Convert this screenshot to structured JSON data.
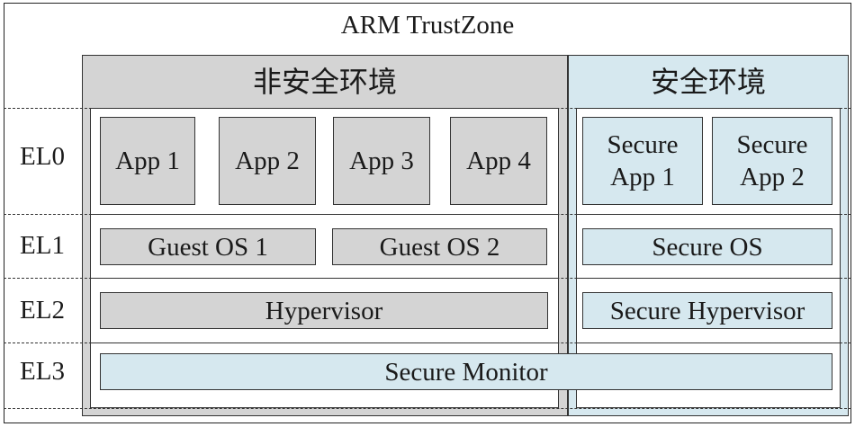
{
  "title": "ARM TrustZone",
  "non_secure_title": "非安全环境",
  "secure_title": "安全环境",
  "levels": [
    "EL0",
    "EL1",
    "EL2",
    "EL3"
  ],
  "el0_apps": [
    "App 1",
    "App 2",
    "App 3",
    "App 4"
  ],
  "secure_apps": [
    "Secure\nApp 1",
    "Secure\nApp 2"
  ],
  "guest_os": [
    "Guest OS 1",
    "Guest OS 2"
  ],
  "secure_os": "Secure OS",
  "hypervisor": "Hypervisor",
  "secure_hypervisor": "Secure Hypervisor",
  "secure_monitor": "Secure Monitor",
  "colors": {
    "non_secure": "#d4d4d4",
    "secure": "#d6e8ef"
  }
}
